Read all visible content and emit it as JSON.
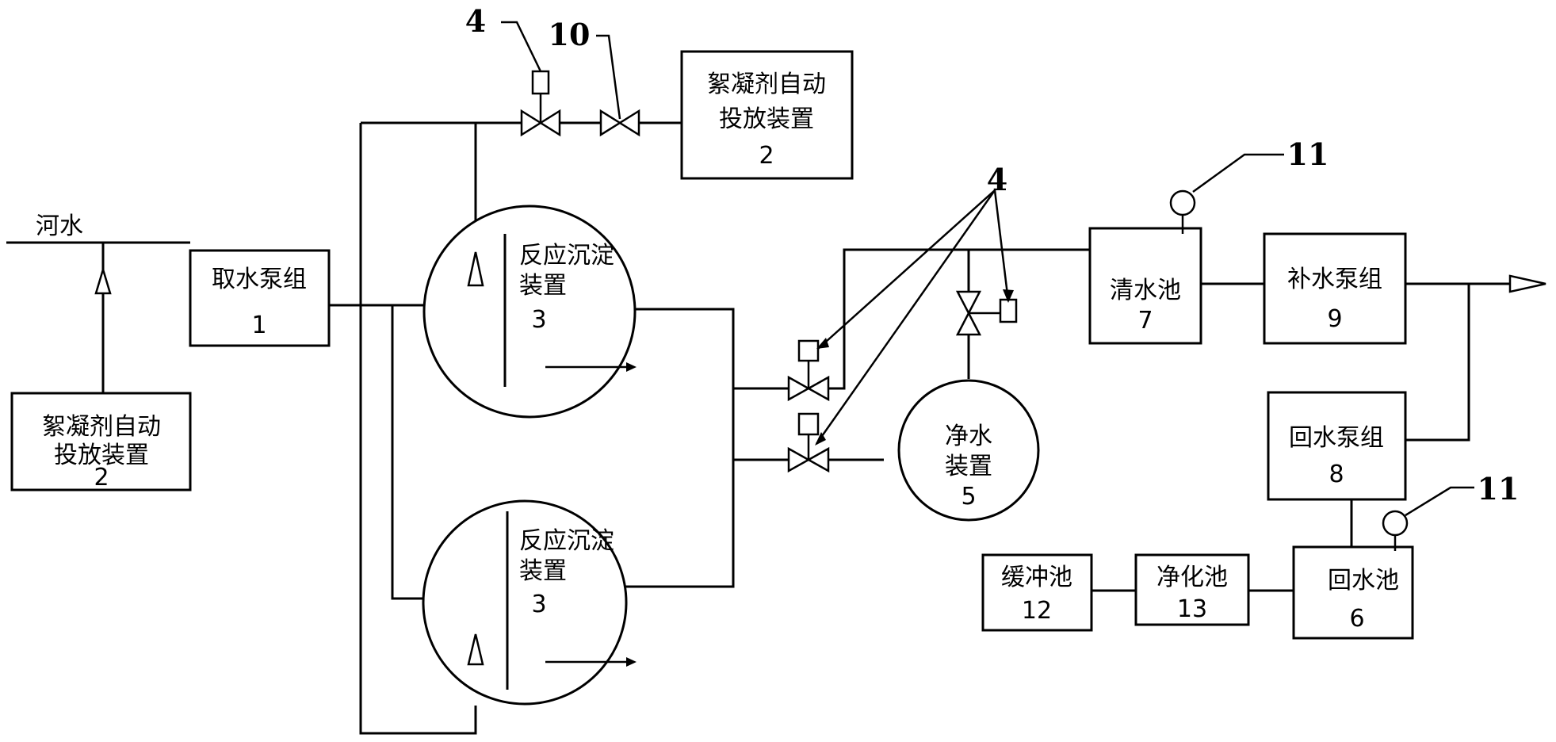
{
  "source_label": "河水",
  "boxes": {
    "flocculant_left": {
      "line1": "絮凝剂自动",
      "line2": "投放装置",
      "num": "2"
    },
    "flocculant_top": {
      "line1": "絮凝剂自动",
      "line2": "投放装置",
      "num": "2"
    },
    "intake_pump": {
      "line1": "取水泵组",
      "num": "1"
    },
    "clear_pool": {
      "line1": "清水池",
      "num": "7"
    },
    "makeup_pump": {
      "line1": "补水泵组",
      "num": "9"
    },
    "return_pump": {
      "line1": "回水泵组",
      "num": "8"
    },
    "return_pool": {
      "line1": "回水池",
      "num": "6"
    },
    "buffer_pool": {
      "line1": "缓冲池",
      "num": "12"
    },
    "purify_pool": {
      "line1": "净化池",
      "num": "13"
    }
  },
  "circles": {
    "reactor_top": {
      "line1": "反应沉淀",
      "line2": "装置",
      "num": "3"
    },
    "reactor_bottom": {
      "line1": "反应沉淀",
      "line2": "装置",
      "num": "3"
    },
    "purifier": {
      "line1": "净水",
      "line2": "装置",
      "num": "5"
    }
  },
  "callouts": {
    "valve_top": "4",
    "valve_top_manual": "10",
    "valves_right": "4",
    "gauge_top": "11",
    "gauge_bottom": "11"
  }
}
